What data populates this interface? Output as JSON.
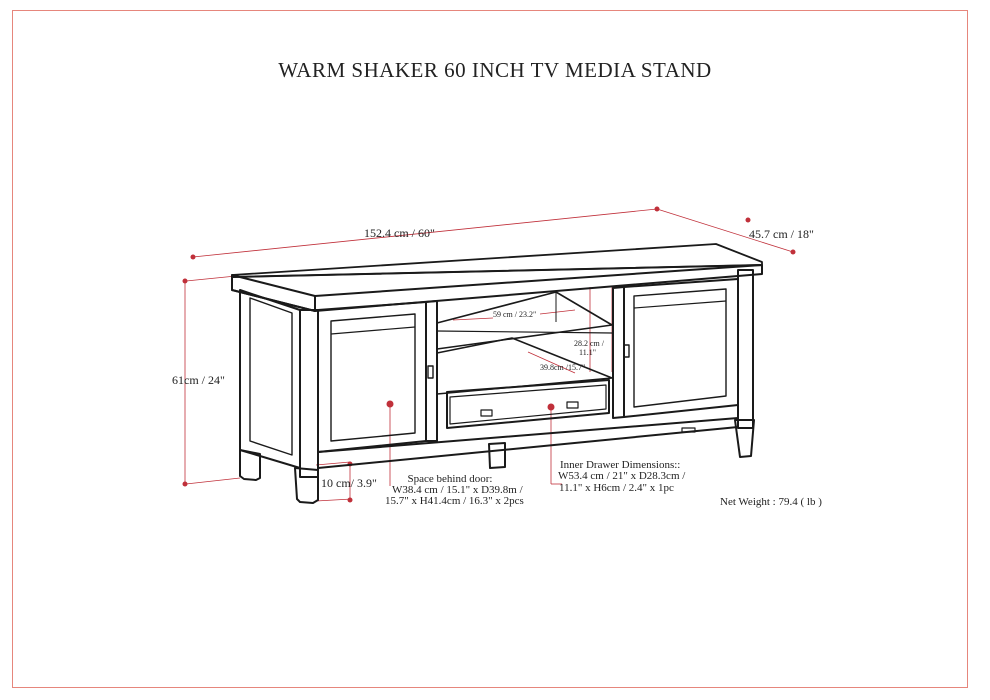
{
  "title": "WARM SHAKER 60 INCH TV MEDIA STAND",
  "colors": {
    "frame": "#e6867c",
    "dimension_line": "#c0303a",
    "furniture": "#1a1a1a"
  },
  "dimensions": {
    "width": "152.4 cm / 60\"",
    "depth": "45.7 cm / 18\"",
    "height": "61cm / 24\"",
    "leg_height": "10 cm/ 3.9\"",
    "shelf_width": "59 cm / 23.2\"",
    "shelf_height_cm": "28.2 cm /",
    "shelf_height_in": "11.1\"",
    "shelf_depth": "39.8cm /15.7\""
  },
  "notes": {
    "behind_door_line1": "Space behind door:",
    "behind_door_line2": "W38.4 cm / 15.1\" x D39.8m /",
    "behind_door_line3": "15.7\" x H41.4cm / 16.3\" x 2pcs",
    "drawer_line1": "Inner Drawer Dimensions::",
    "drawer_line2": "W53.4 cm / 21\" x D28.3cm /",
    "drawer_line3": "11.1\" x H6cm / 2.4\" x 1pc",
    "net_weight": "Net Weight : 79.4 ( lb )"
  }
}
